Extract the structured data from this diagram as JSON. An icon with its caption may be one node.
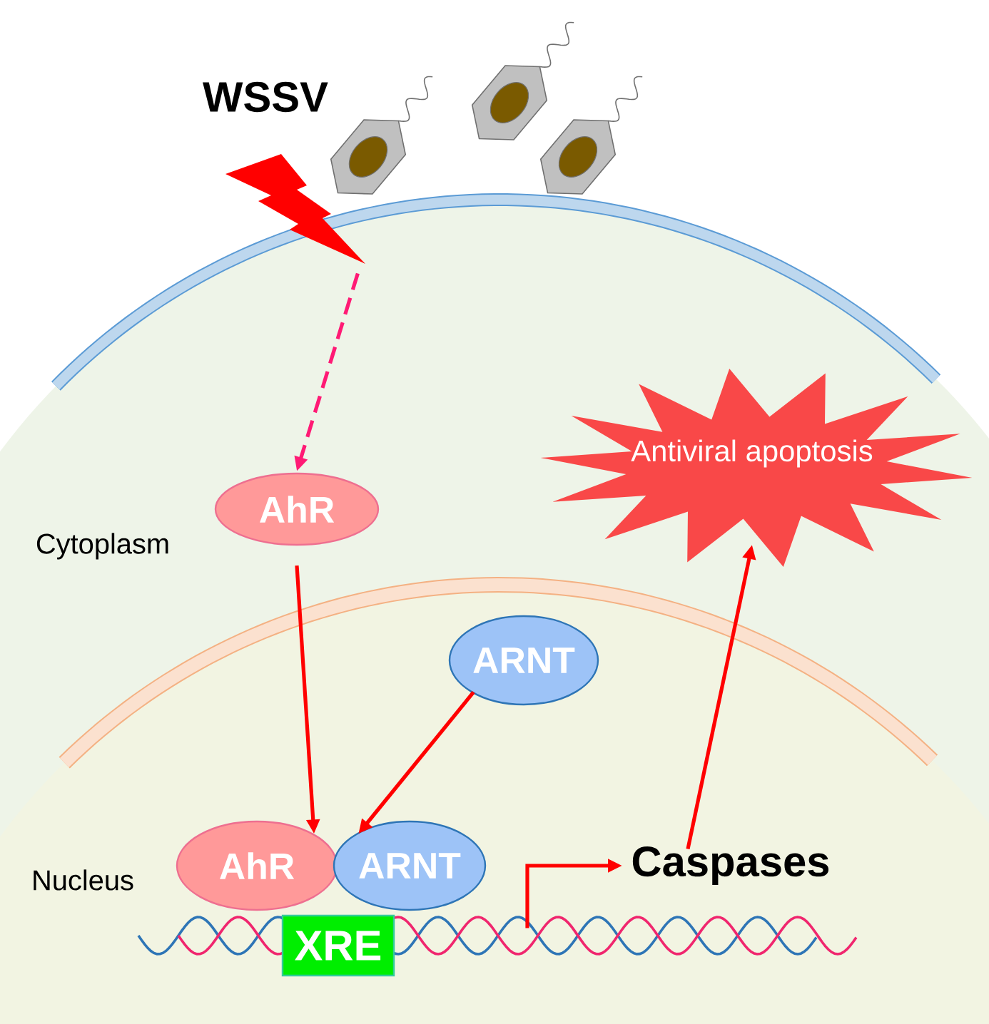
{
  "diagram": {
    "nodes": [
      {
        "text": [],
        "shape": "picture"
      },
      {
        "text": [
          "AhR"
        ]
      },
      {
        "text": [
          "ARNT"
        ]
      },
      {
        "text": [
          "AhR"
        ]
      },
      {
        "text": [
          "ARNT"
        ]
      },
      {
        "text": [
          "XRE"
        ]
      },
      {
        "text": [],
        "shape": "picture"
      },
      {
        "text": [
          "Caspases"
        ]
      },
      {
        "text": [
          "Antiviral apoptosis"
        ]
      }
    ],
    "edges": [
      {
        "from": 0,
        "to": 1,
        "arrow": "to",
        "style": "dashed",
        "color": "#ff1a75"
      },
      {
        "from": 1,
        "to": 3,
        "arrow": "to"
      },
      {
        "from": 2,
        "to": 4,
        "arrow": "to"
      },
      {
        "from": 6,
        "to": 7,
        "arrow": "to"
      },
      {
        "from": 7,
        "to": 8,
        "arrow": "to"
      }
    ],
    "labels": [
      "WSSV",
      "Cytoplasm",
      "Nucleus"
    ]
  }
}
